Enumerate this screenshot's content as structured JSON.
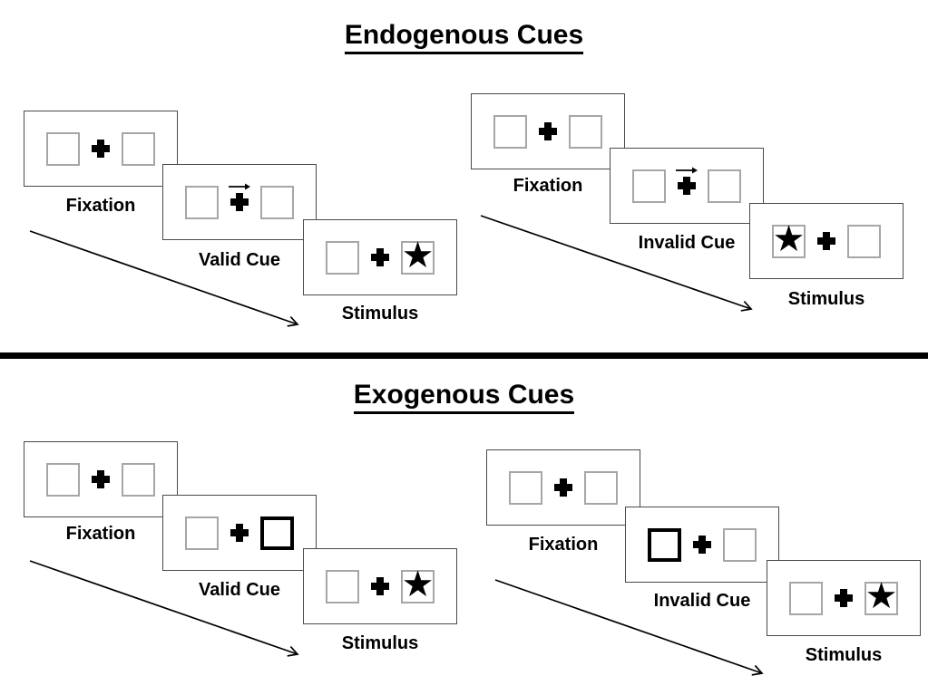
{
  "diagram": {
    "sections": [
      {
        "title": "Endogenous Cues",
        "groups": [
          {
            "name": "valid-trial",
            "panels": [
              {
                "label": "Fixation",
                "type": "fixation"
              },
              {
                "label": "Valid Cue",
                "type": "arrow-cue",
                "cue_direction": "right"
              },
              {
                "label": "Stimulus",
                "type": "stimulus",
                "star_side": "right"
              }
            ]
          },
          {
            "name": "invalid-trial",
            "panels": [
              {
                "label": "Fixation",
                "type": "fixation"
              },
              {
                "label": "Invalid Cue",
                "type": "arrow-cue",
                "cue_direction": "right"
              },
              {
                "label": "Stimulus",
                "type": "stimulus",
                "star_side": "left"
              }
            ]
          }
        ]
      },
      {
        "title": "Exogenous Cues",
        "groups": [
          {
            "name": "valid-trial",
            "panels": [
              {
                "label": "Fixation",
                "type": "fixation"
              },
              {
                "label": "Valid Cue",
                "type": "box-cue",
                "highlighted_box": "right"
              },
              {
                "label": "Stimulus",
                "type": "stimulus",
                "star_side": "right"
              }
            ]
          },
          {
            "name": "invalid-trial",
            "panels": [
              {
                "label": "Fixation",
                "type": "fixation"
              },
              {
                "label": "Invalid Cue",
                "type": "box-cue",
                "highlighted_box": "left"
              },
              {
                "label": "Stimulus",
                "type": "stimulus",
                "star_side": "right"
              }
            ]
          }
        ]
      }
    ]
  },
  "glyphs": {
    "star": "★"
  },
  "colors": {
    "ink": "#000000",
    "panel_border": "#4a4a4a",
    "box_border": "#a6a6a6",
    "background": "#ffffff"
  }
}
